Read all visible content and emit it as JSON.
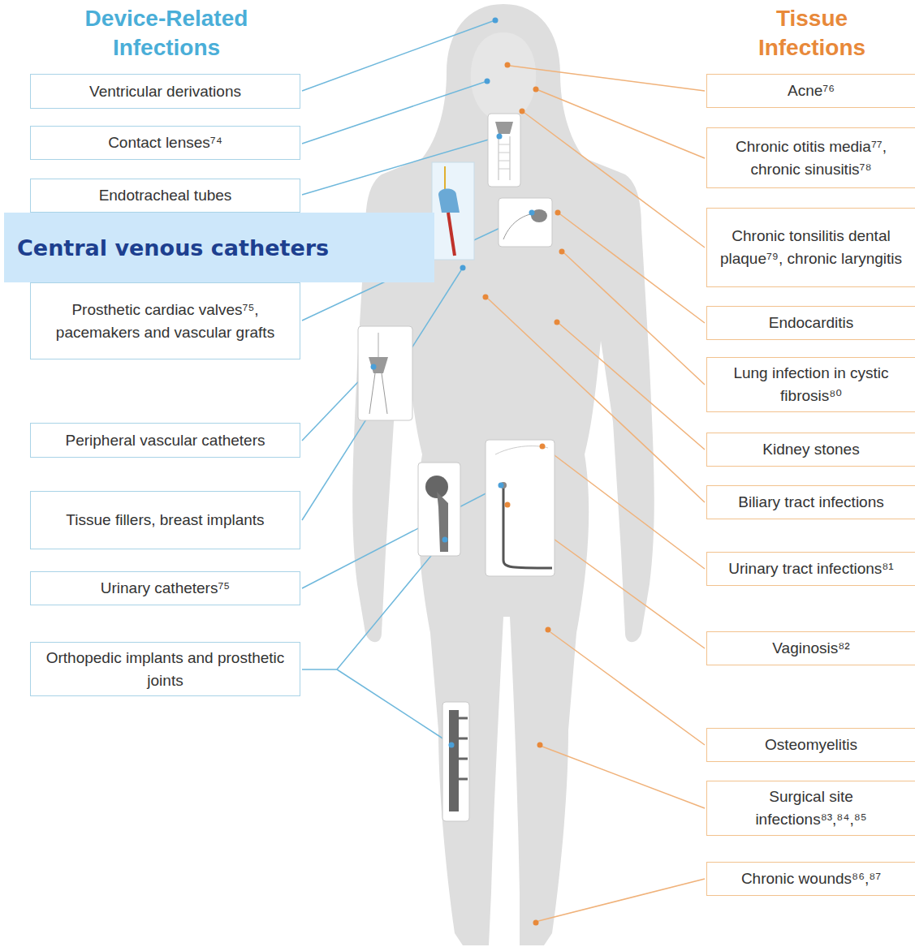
{
  "diagram": {
    "nodes": [
      {
        "text": [
          "Ventricular derivations"
        ]
      },
      {
        "text": [
          "Contact lenses⁷⁴"
        ]
      },
      {
        "text": [
          "Endotracheal tubes"
        ]
      },
      {
        "text": [
          "Central venous catheters"
        ]
      },
      {
        "text": [
          "Prosthetic cardiac valves⁷⁵, pacemakers and vascular grafts"
        ]
      },
      {
        "text": [
          "Peripheral vascular catheters"
        ]
      },
      {
        "text": [
          "Tissue fillers, breast implants"
        ]
      },
      {
        "text": [
          "Urinary catheters⁷⁵"
        ]
      },
      {
        "text": [
          "Orthopedic implants and prosthetic joints"
        ]
      },
      {
        "text": [
          "Acne⁷⁶"
        ]
      },
      {
        "text": [
          "Chronic otitis media⁷⁷, chronic sinusitis⁷⁸"
        ]
      },
      {
        "text": [
          "Chronic tonsilitis dental plaque⁷⁹, chronic laryngitis"
        ]
      },
      {
        "text": [
          "Endocarditis"
        ]
      },
      {
        "text": [
          "Lung infection in cystic fibrosis⁸⁰"
        ]
      },
      {
        "text": [
          "Kidney stones"
        ]
      },
      {
        "text": [
          "Biliary tract infections"
        ]
      },
      {
        "text": [
          "Urinary tract infections⁸¹"
        ]
      },
      {
        "text": [
          "Vaginosis⁸²"
        ]
      },
      {
        "text": [
          "Osteomyelitis"
        ]
      },
      {
        "text": [
          "Surgical site infections⁸³,⁸⁴,⁸⁵"
        ]
      },
      {
        "text": [
          "Chronic wounds⁸⁶,⁸⁷"
        ]
      }
    ],
    "labels": [
      "Device-Related Infections",
      "Tissue Infections"
    ]
  }
}
